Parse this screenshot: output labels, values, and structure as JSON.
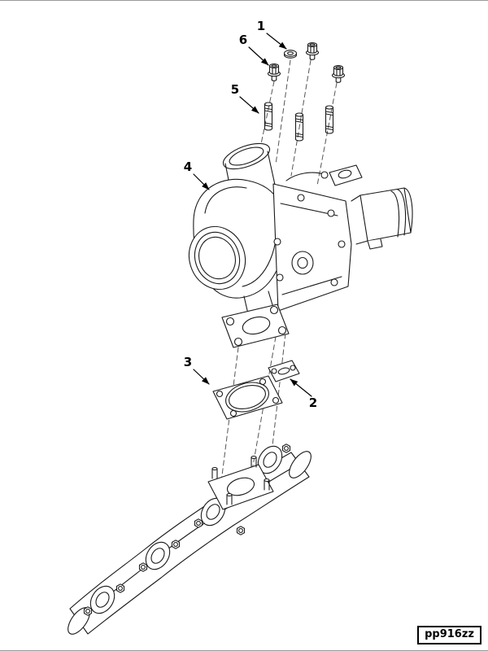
{
  "figure": {
    "code": "pp916zz",
    "callouts": [
      {
        "label": "1"
      },
      {
        "label": "2"
      },
      {
        "label": "3"
      },
      {
        "label": "4"
      },
      {
        "label": "5"
      },
      {
        "label": "6"
      }
    ]
  }
}
